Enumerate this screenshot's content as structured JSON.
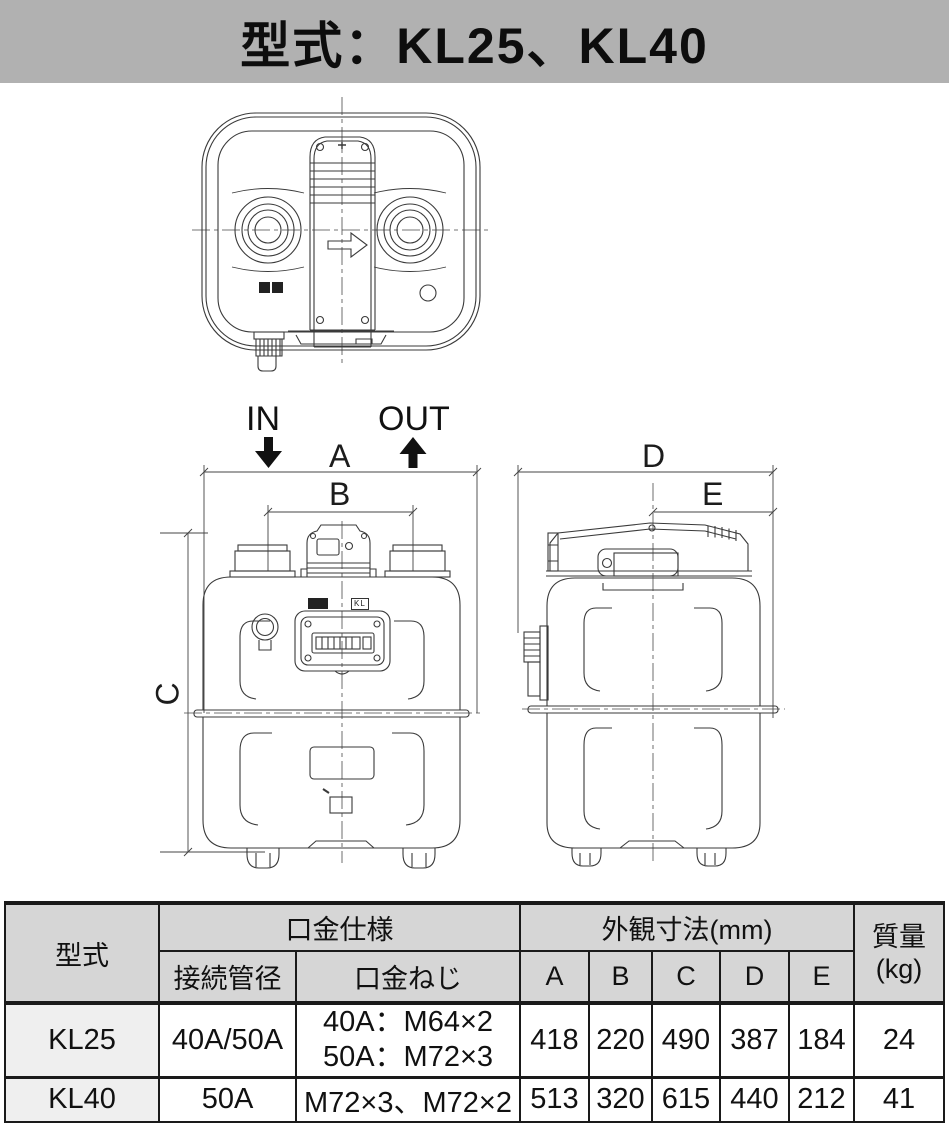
{
  "title": "型式：KL25、KL40",
  "drawing": {
    "flow_in": "IN",
    "flow_out": "OUT",
    "dim_a": "A",
    "dim_b": "B",
    "dim_c": "C",
    "dim_d": "D",
    "dim_e": "E",
    "panel_label": "KL"
  },
  "table": {
    "header": {
      "model": "型式",
      "nozzle_spec": "口金仕様",
      "pipe_diameter": "接続管径",
      "nozzle_thread": "口金ねじ",
      "dimensions": "外観寸法(mm)",
      "mass_line1": "質量",
      "mass_line2": "(kg)",
      "dim_cols": [
        "A",
        "B",
        "C",
        "D",
        "E"
      ]
    },
    "rows": [
      {
        "model": "KL25",
        "pipe": "40A/50A",
        "thread_line1": "40A：M64×2",
        "thread_line2": "50A：M72×3",
        "A": "418",
        "B": "220",
        "C": "490",
        "D": "387",
        "E": "184",
        "mass": "24"
      },
      {
        "model": "KL40",
        "pipe": "50A",
        "thread_line1": "M72×3、M72×2",
        "thread_line2": "",
        "A": "513",
        "B": "320",
        "C": "615",
        "D": "440",
        "E": "212",
        "mass": "41"
      }
    ]
  }
}
